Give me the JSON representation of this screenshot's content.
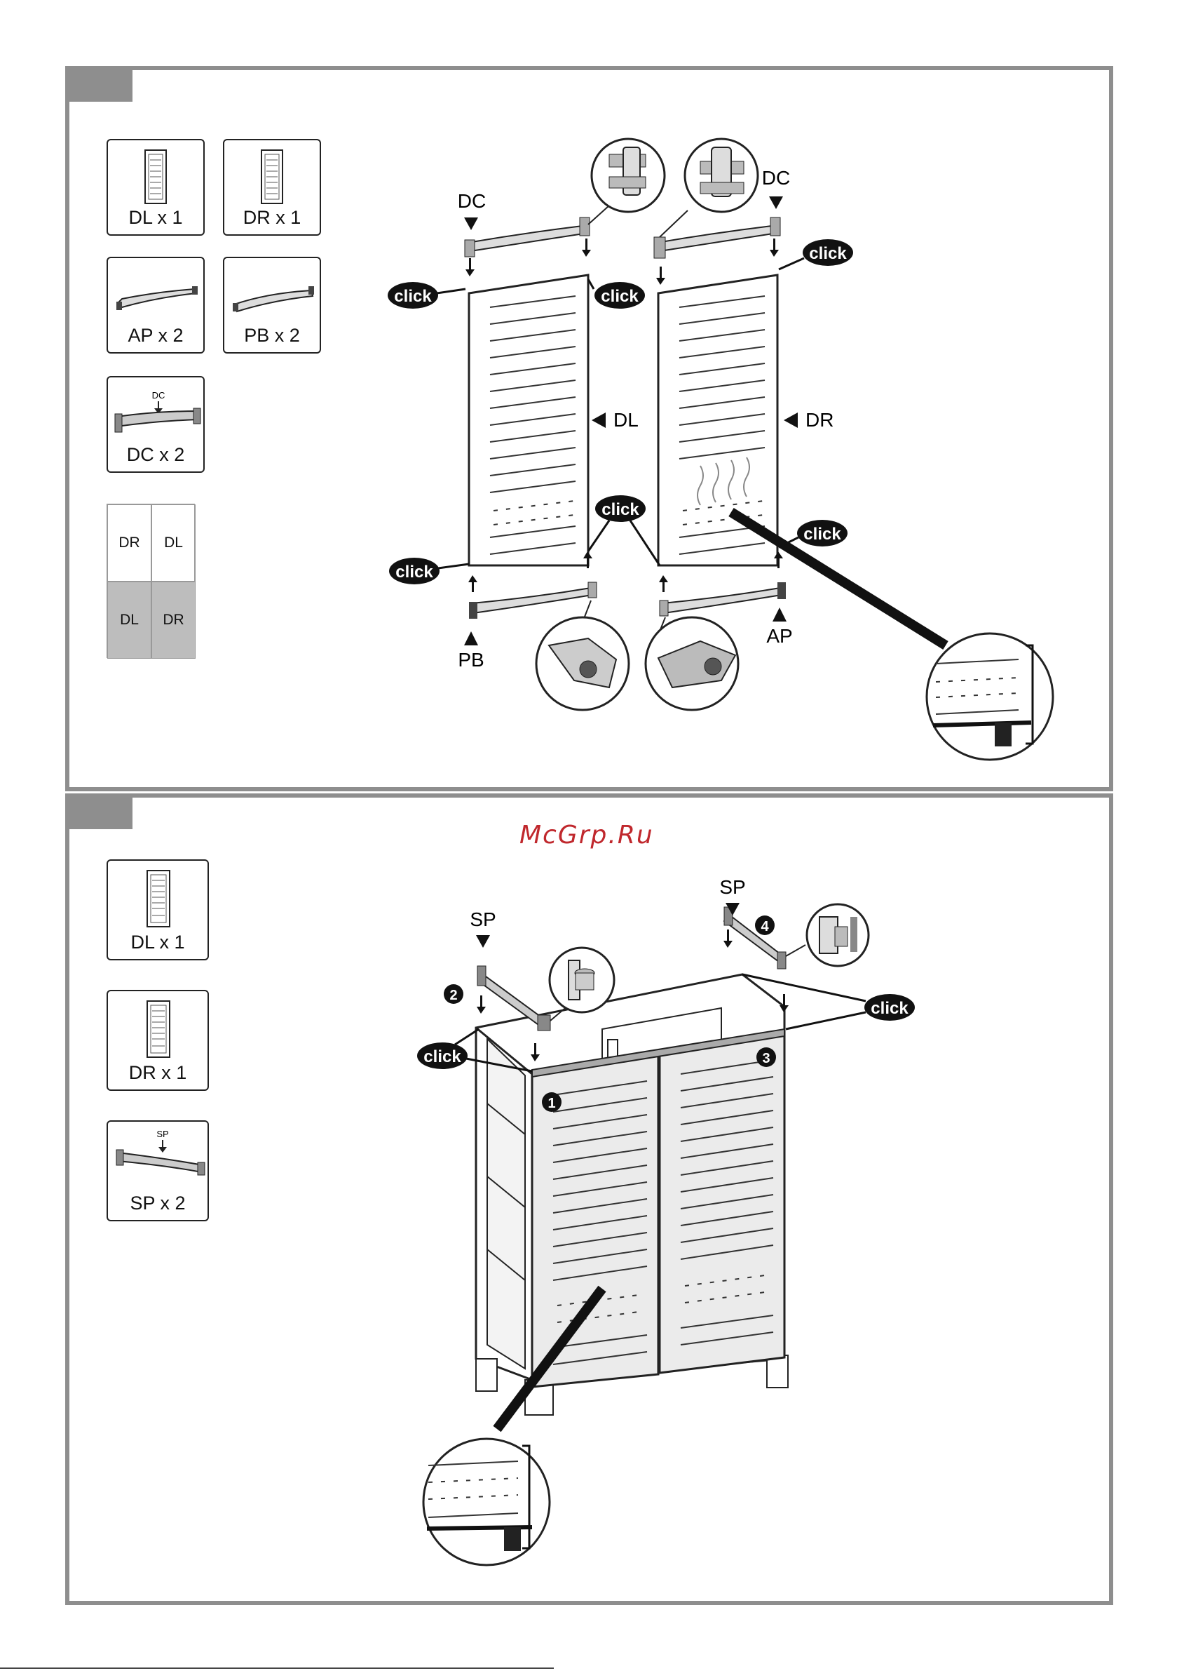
{
  "step1": {
    "parts": [
      {
        "label": "DL x 1"
      },
      {
        "label": "DR x 1"
      },
      {
        "label": "AP x 2"
      },
      {
        "label": "PB x 2"
      },
      {
        "label": "DC x 2",
        "inner_label": "DC"
      }
    ],
    "legend": [
      {
        "label": "DR"
      },
      {
        "label": "DL"
      },
      {
        "label": "DL"
      },
      {
        "label": "DR"
      }
    ],
    "labels": {
      "dc_left": "DC",
      "dc_right": "DC",
      "dl": "DL",
      "dr": "DR",
      "pb": "PB",
      "ap": "AP"
    },
    "click_text": "click",
    "legend_colors": {
      "bottom_fill": "#bdbdbd"
    }
  },
  "step2": {
    "parts": [
      {
        "label": "DL x 1"
      },
      {
        "label": "DR x 1"
      },
      {
        "label": "SP x 2",
        "inner_label": "SP"
      }
    ],
    "labels": {
      "sp_left": "SP",
      "sp_right": "SP",
      "n1": "1",
      "n2": "2",
      "n3": "3",
      "n4": "4"
    },
    "click_text": "click"
  },
  "watermark": "McGrp.Ru",
  "colors": {
    "frame": "#8e8e8e",
    "watermark": "#c0282d",
    "badge": "#111111"
  }
}
